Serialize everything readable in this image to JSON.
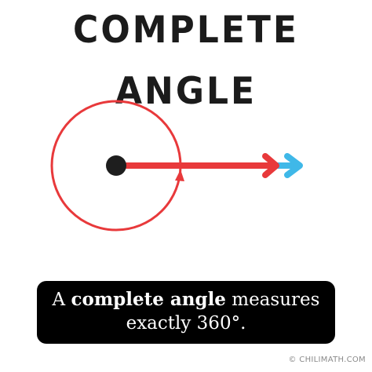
{
  "title": "COMPLETE ANGLE",
  "caption": {
    "prefix": "A ",
    "bold": "complete angle",
    "suffix": " measures",
    "line2": "exactly 360°."
  },
  "credit": "© CHILIMATH.COM",
  "colors": {
    "circle": "#e8393b",
    "red_ray": "#e8393b",
    "blue_ray": "#3fb8e8",
    "vertex": "#1e1e1e",
    "caption_bg": "#000000"
  },
  "angle_degrees": 360
}
